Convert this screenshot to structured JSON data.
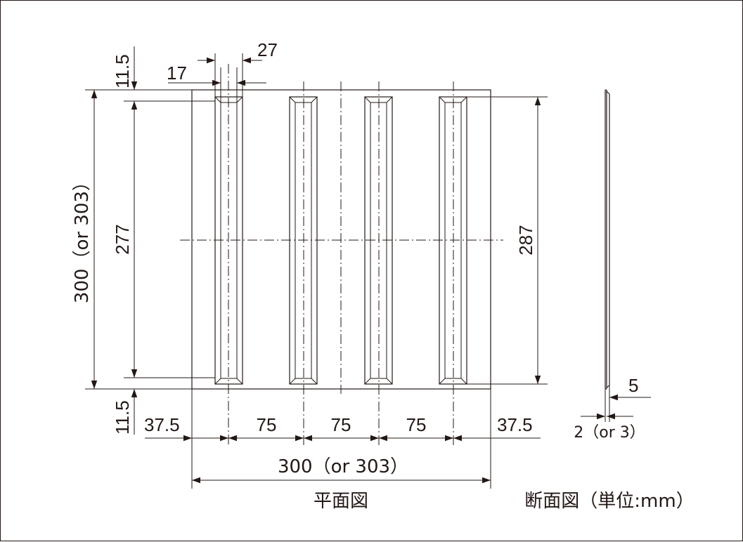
{
  "plan_view": {
    "caption": "平面図",
    "dimensions": {
      "top_offset": "11.5",
      "bottom_offset": "11.5",
      "bar_width": "17",
      "bar_outer_width": "27",
      "total_height": "300（or 303）",
      "bar_length": "277",
      "bar_span": "287",
      "total_width": "300（or 303）",
      "edge_left": "37.5",
      "pitch_1": "75",
      "pitch_2": "75",
      "pitch_3": "75",
      "edge_right": "37.5"
    },
    "bar_count": 4
  },
  "section_view": {
    "caption": "断面図（単位:mm）",
    "dimensions": {
      "bar_height": "5",
      "plate_thickness": "2（or 3）"
    }
  },
  "colors": {
    "line": "#231815",
    "background": "#ffffff"
  }
}
